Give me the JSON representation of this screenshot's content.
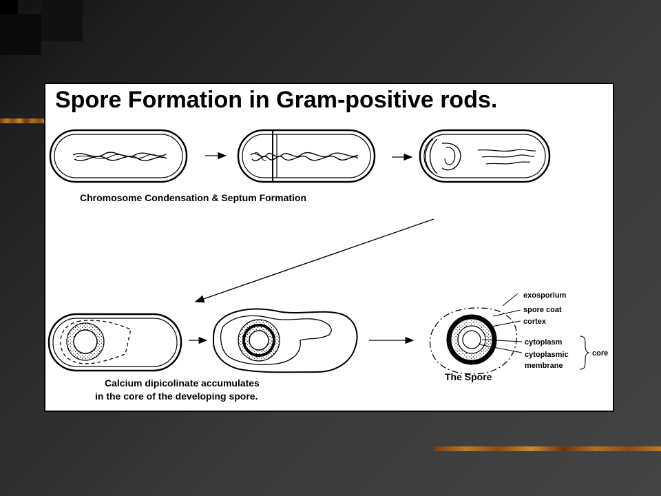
{
  "slide": {
    "title_strong": "Spore Formation",
    "title_rest": " in Gram-positive rods.",
    "caption_top": "Chromosome Condensation & Septum Formation",
    "caption_bottom_line1": "Calcium dipicolinate accumulates",
    "caption_bottom_line2": "in the core of the developing spore.",
    "spore_label": "The Spore",
    "parts": {
      "exosporium": "exosporium",
      "spore_coat": "spore coat",
      "cortex": "cortex",
      "cytoplasm": "cytoplasm",
      "cytoplasmic": "cytoplasmic",
      "membrane": "membrane",
      "core": "core"
    }
  },
  "colors": {
    "background": "#2a2a2a",
    "accent_stripe": "#c27a1c",
    "panel": "#ffffff",
    "ink": "#000000"
  }
}
